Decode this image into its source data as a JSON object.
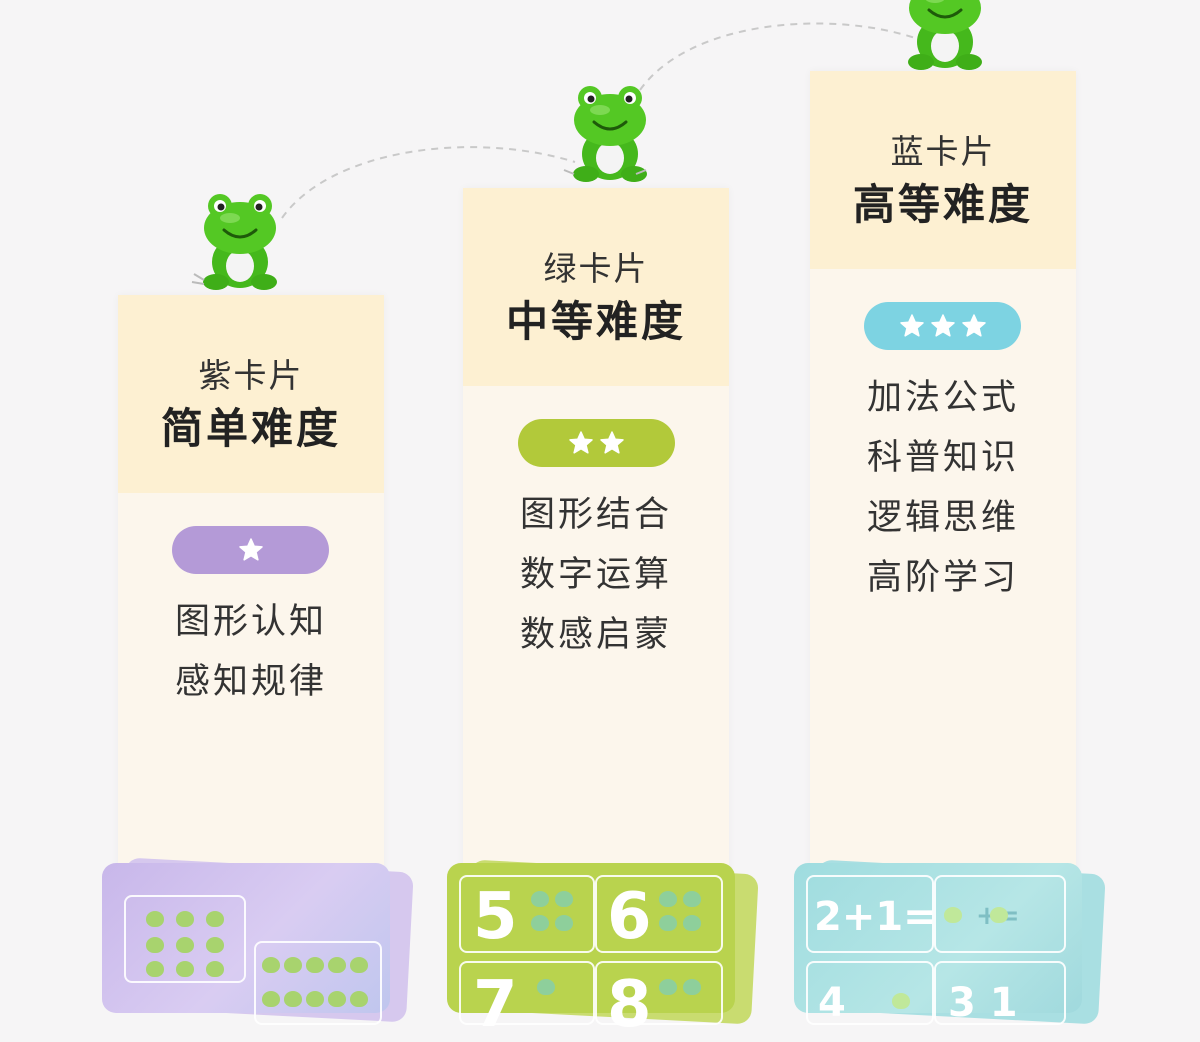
{
  "columns": [
    {
      "subtitle": "紫卡片",
      "level": "简单难度",
      "stars": 1,
      "pill_color": "#b49ad7",
      "features": [
        "图形认知",
        "感知规律"
      ]
    },
    {
      "subtitle": "绿卡片",
      "level": "中等难度",
      "stars": 2,
      "pill_color": "#b2c93a",
      "features": [
        "图形结合",
        "数字运算",
        "数感启蒙"
      ]
    },
    {
      "subtitle": "蓝卡片",
      "level": "高等难度",
      "stars": 3,
      "pill_color": "#7dd3e2",
      "features": [
        "加法公式",
        "科普知识",
        "逻辑思维",
        "高阶学习"
      ]
    }
  ],
  "card_previews": {
    "green_numbers": [
      "5",
      "6",
      "7",
      "8"
    ],
    "blue_equations": [
      "2+1=",
      "+=",
      "4",
      "3 1"
    ]
  },
  "colors": {
    "frog_green": "#4cc21f",
    "header_bg": "#fdf0d2",
    "column_bg": "#fcf6ec"
  },
  "icons": [
    "frog-mascot",
    "star-icon",
    "dashed-jump-path"
  ]
}
